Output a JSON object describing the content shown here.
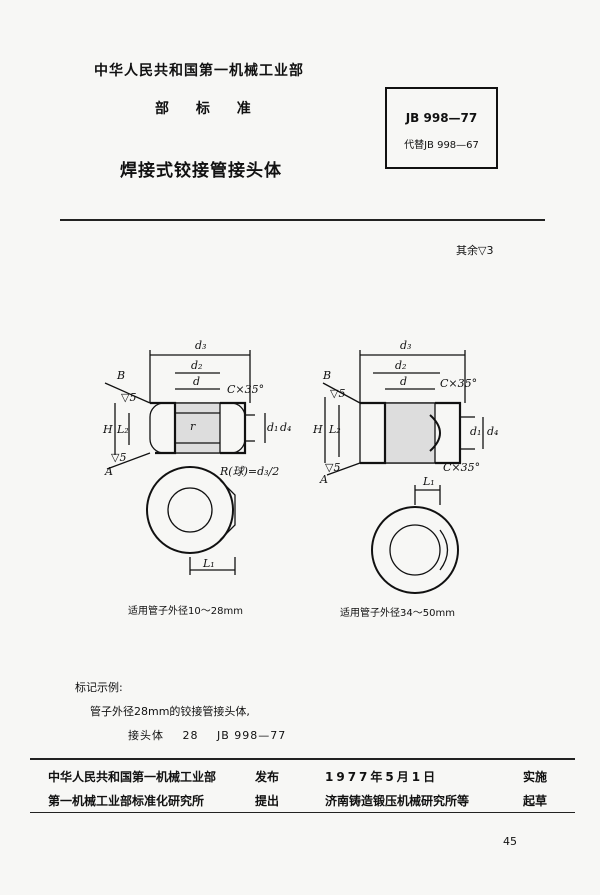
{
  "header": {
    "ministry": "中华人民共和国第一机械工业部",
    "standard_label": "部 标 准",
    "title": "焊接式铰接管接头体",
    "standard_number": "JB 998—77",
    "replaces": "代替JB 998—67"
  },
  "roughness_note": "其余▽3",
  "drawing": {
    "labels": [
      "d3",
      "d2",
      "d",
      "C×35°",
      "B",
      "A",
      "▽5",
      "▽5",
      "H",
      "L2",
      "L1",
      "d1",
      "d4",
      "R(球)",
      "R(球)=d3/2",
      "r",
      "C×35°",
      "L1"
    ],
    "caption_left": "适用管子外径10～28mm",
    "caption_right": "适用管子外径34～50mm"
  },
  "marking": {
    "heading": "标记示例:",
    "example_desc": "管子外径28mm的铰接管接头体,",
    "example_code": [
      "接头体",
      "28",
      "JB 998—77"
    ]
  },
  "footer": {
    "issuer": "中华人民共和国第一机械工业部",
    "issue_word": "发布",
    "date": "1977年5月1日",
    "implement_word": "实施",
    "proposer": "第一机械工业部标准化研究所",
    "propose_word": "提出",
    "drafter": "济南铸造锻压机械研究所等",
    "draft_word": "起草"
  },
  "page_number": "45"
}
